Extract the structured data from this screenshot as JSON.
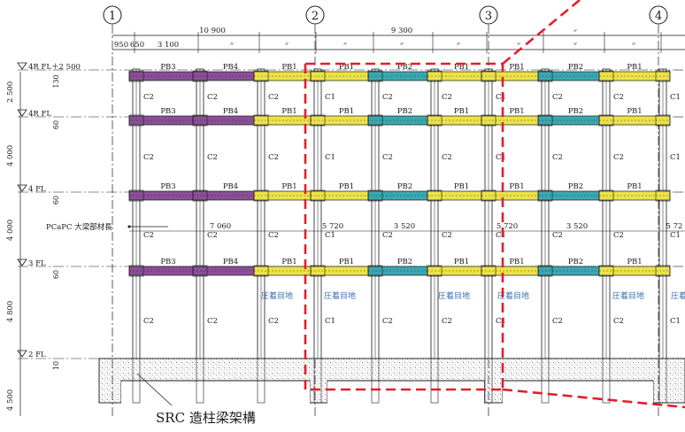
{
  "axes": [
    {
      "id": "1",
      "label": "1"
    },
    {
      "id": "2",
      "label": "2"
    },
    {
      "id": "3",
      "label": "3"
    },
    {
      "id": "4",
      "label": "4"
    }
  ],
  "top_dims": {
    "span_1_2": "10 900",
    "span_2_3": "9 300",
    "sub_950": "950",
    "sub_650": "650",
    "sub_3100": "3 100",
    "ditto": "〃"
  },
  "levels": [
    {
      "id": "4rfl2500",
      "label": "4R FL＋2 500"
    },
    {
      "id": "4rfl",
      "label": "4R FL"
    },
    {
      "id": "4fl",
      "label": "4 FL"
    },
    {
      "id": "3fl",
      "label": "3 FL"
    },
    {
      "id": "2fl",
      "label": "2 FL"
    }
  ],
  "story_heights": [
    "2 500",
    "4 000",
    "4 000",
    "4 800",
    "4 500"
  ],
  "slab_dims": [
    "130",
    "60",
    "60",
    "60",
    "10"
  ],
  "beam_labels": {
    "bay1": "PB3",
    "bay2": "PB4",
    "bay3": "PB1",
    "bay4": "PB1",
    "bay5": "PB2",
    "bay6": "PB1",
    "bay7": "PB1",
    "bay8": "PB2",
    "bay9": "PB1"
  },
  "column_labels": [
    "C2",
    "C2",
    "C2",
    "C1",
    "C2",
    "C2",
    "C1",
    "C2",
    "C2",
    "C1"
  ],
  "beam_member": {
    "callout": "PCaPC 大梁部材長",
    "lengths": [
      "7 060",
      "5 720",
      "3 520",
      "5 720",
      "3 520",
      "5 72"
    ]
  },
  "joint_label": "圧着目地",
  "foundation_callout": "SRC 造柱梁架構",
  "colors": {
    "line": "#1a1a1a",
    "purple": "#8a4f96",
    "yellow": "#ece247",
    "teal": "#3aa7b0",
    "red_dash": "#e0202a",
    "joint_text": "#3b6db0"
  }
}
